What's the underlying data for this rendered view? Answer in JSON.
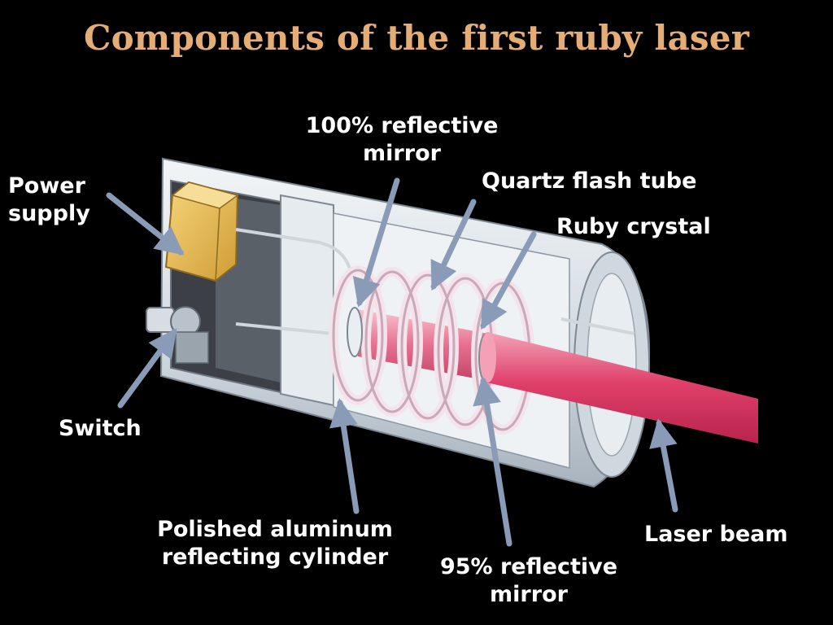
{
  "title": "Components of the first ruby laser",
  "labels": {
    "mirror100": {
      "line1": "100% reflective",
      "line2": "mirror"
    },
    "flash_tube": "Quartz flash tube",
    "ruby_crystal": "Ruby crystal",
    "power_supply": {
      "line1": "Power",
      "line2": "supply"
    },
    "switch": "Switch",
    "cylinder": {
      "line1": "Polished aluminum",
      "line2": "reflecting cylinder"
    },
    "mirror95": {
      "line1": "95% reflective",
      "line2": "mirror"
    },
    "laser_beam": "Laser beam"
  },
  "colors": {
    "background": "#000000",
    "title": "#e5ad76",
    "labels": "#ffffff",
    "arrows": "#8a9bb8",
    "beam": "#e0406a",
    "power_supply": "#e8bd57",
    "housing": "#dfe5ea"
  }
}
